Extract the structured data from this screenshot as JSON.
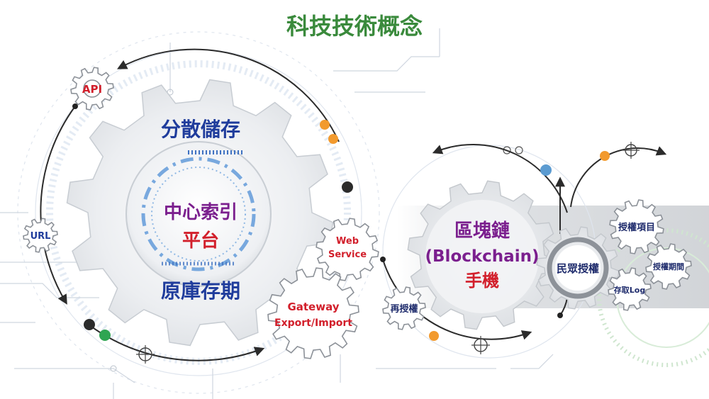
{
  "title": "科技技術概念",
  "colors": {
    "title": "#3a8a3c",
    "blue": "#1f3c9c",
    "purple": "#7b1f8e",
    "red": "#d21f2b",
    "navy": "#1d2a6b",
    "orange_dot": "#f29a2e",
    "teal_dot": "#5b9bd1",
    "green_dot": "#2fa552"
  },
  "labels": {
    "api": "API",
    "url": "URL",
    "distributed_storage": "分散儲存",
    "central_index": "中心索引",
    "platform": "平台",
    "original_storage": "原庫存期",
    "web_service": [
      "Web",
      "Service"
    ],
    "gateway": [
      "Gateway",
      "Export/Import"
    ],
    "reauthorize": "再授權",
    "blockchain": [
      "區塊鏈",
      "(Blockchain)",
      "手機"
    ],
    "public_authorization": "民眾授權",
    "authorization_items": "授權項目",
    "authorization_period": "授權期間",
    "access_log": "存取Log"
  }
}
